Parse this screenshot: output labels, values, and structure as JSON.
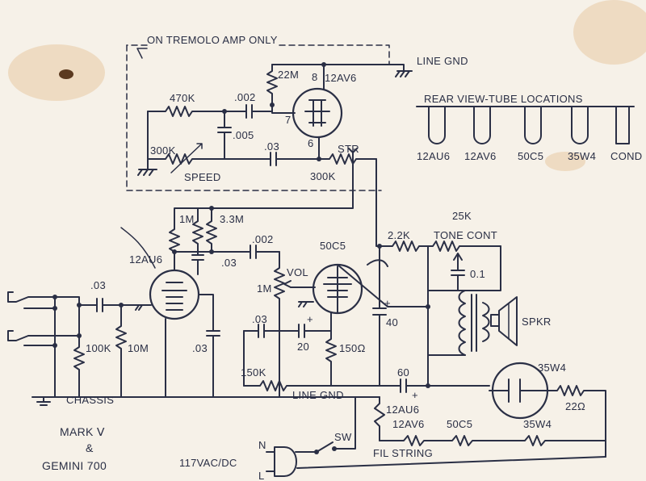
{
  "title": {
    "line1": "MARK Ⅴ",
    "line2": "&",
    "line3": "GEMINI 700"
  },
  "tremolo_box": {
    "note": "ON TREMOLO AMP ONLY",
    "line_gnd": "LINE GND",
    "tube": "12AV6",
    "pin8": "8",
    "pin7": "7",
    "pin6": "6",
    "r_470k": "470K",
    "c_002": ".002",
    "r_22m": "22M",
    "c_005": ".005",
    "c_03": ".03",
    "pot_speed_value": "300K",
    "pot_speed_name": "SPEED",
    "pot_str_name": "STR",
    "pot_str_value": "300K"
  },
  "tube_locations": {
    "heading": "REAR VIEW-TUBE LOCATIONS",
    "items": [
      "12AU6",
      "12AV6",
      "50C5",
      "35W4",
      "COND"
    ]
  },
  "preamp": {
    "tube": "12AU6",
    "r_1m": "1M",
    "r_33m": "3.3M",
    "c_002": ".002",
    "c_03_a": ".03",
    "c_03_in": ".03",
    "c_03_cath": ".03",
    "r_100k": "100K",
    "r_10m": "10M",
    "chassis": "CHASSIS"
  },
  "output": {
    "tube": "50C5",
    "vol_name": "VOL",
    "vol_value": "1M",
    "c_03": ".03",
    "c_20": "20",
    "r_150": "150Ω",
    "r_150k": "150K",
    "line_gnd": "LINE GND",
    "c_40": "40",
    "r_22k": "2.2K",
    "tone_value": "25K",
    "tone_name": "TONE CONT",
    "c_01": "0.1",
    "speaker": "SPKR"
  },
  "rectifier": {
    "tube": "35W4",
    "c_60": "60",
    "r_22": "22Ω"
  },
  "filament": {
    "label": "FIL STRING",
    "items": [
      "12AU6",
      "12AV6",
      "50C5",
      "35W4"
    ]
  },
  "power": {
    "switch": "SW",
    "input": "117VAC/DC",
    "n": "N",
    "l": "L"
  }
}
